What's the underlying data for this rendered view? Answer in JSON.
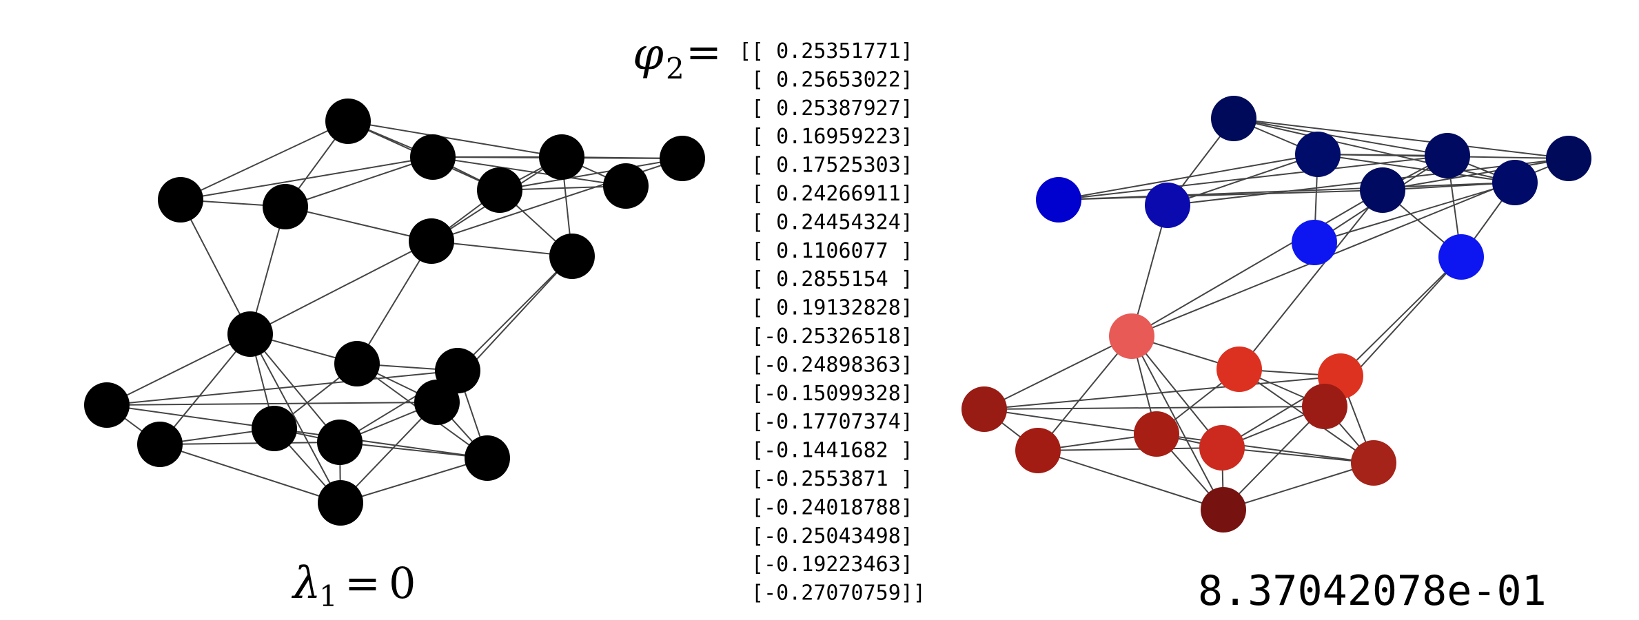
{
  "labels": {
    "phi_symbol": "φ",
    "phi_subscript": "2",
    "lambda_symbol": "λ",
    "lambda_subscript": "1",
    "equals": "=",
    "lambda_value": "0",
    "eigenvalue_right": "8.37042078e-01"
  },
  "vector_lines": [
    "[[ 0.25351771]",
    " [ 0.25653022]",
    " [ 0.25387927]",
    " [ 0.16959223]",
    " [ 0.17525303]",
    " [ 0.24266911]",
    " [ 0.24454324]",
    " [ 0.1106077 ]",
    " [ 0.2855154 ]",
    " [ 0.19132828]",
    " [-0.25326518]",
    " [-0.24898363]",
    " [-0.15099328]",
    " [-0.17707374]",
    " [-0.1441682 ]",
    " [-0.2553871 ]",
    " [-0.24018788]",
    " [-0.25043498]",
    " [-0.19223463]",
    " [-0.27070759]]"
  ],
  "node_colors": {
    "left_fill": "#000000",
    "right": [
      "#000a5a",
      "#000c6a",
      "#000a60",
      "#0000cf",
      "#0a0aae",
      "#000a5a",
      "#000a68",
      "#0d16f0",
      "#000a60",
      "#0d16f0",
      "#e85a56",
      "#dc3020",
      "#de3220",
      "#9b1c15",
      "#981b14",
      "#a31c14",
      "#a61e14",
      "#cc2a1f",
      "#a52318",
      "#761210"
    ]
  },
  "edge_color": "#444444"
}
